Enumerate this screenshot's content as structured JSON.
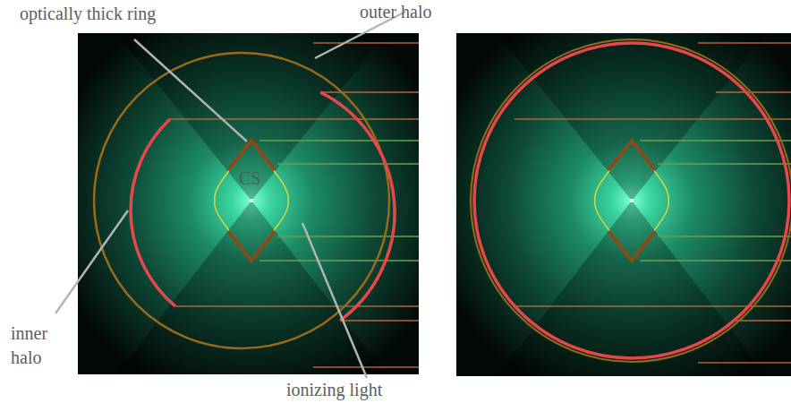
{
  "diagram": {
    "labels": [
      "optically thick ring",
      "outer halo",
      "CS",
      "inner halo",
      "ionizing light"
    ]
  }
}
